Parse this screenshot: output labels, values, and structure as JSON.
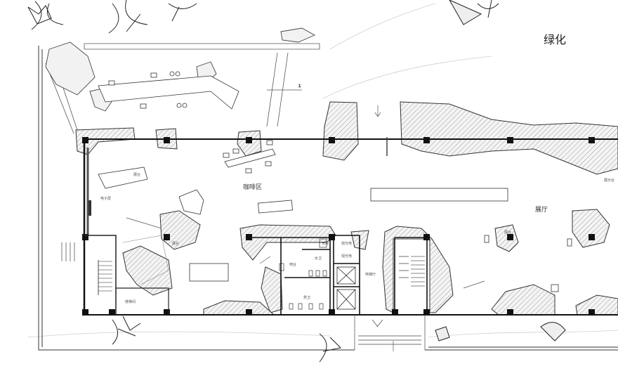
{
  "labels": {
    "greenery": "绿化",
    "cafe": "咖啡区",
    "exhibition_hall": "展厅",
    "electronic_screen": "电子屏",
    "female_wc": "女卫",
    "male_wc": "男卫",
    "stair_room": "楼梯间",
    "elevator_hall": "电梯厅",
    "elevator_1": "观光电",
    "elevator_2": "观光电",
    "accessible": "无障",
    "exhibit_stand_a": "展台",
    "exhibit_stand_b": "展台",
    "exhibit_stand_c": "展台",
    "exhibit_stand_d": "展示台",
    "bar": "吧台"
  }
}
